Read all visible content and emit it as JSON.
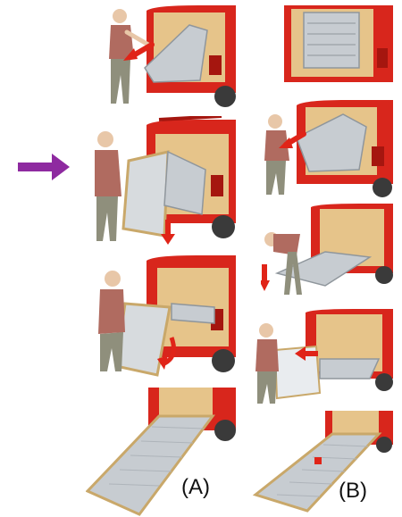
{
  "labels": {
    "a": "(A)",
    "b": "(B)"
  },
  "colors": {
    "van_red": "#d8261c",
    "van_dark_red": "#a5160f",
    "cargo_interior": "#e6c48a",
    "ramp_metal": "#c7ccd1",
    "ramp_frame": "#c9a86a",
    "arrow_red": "#e02418",
    "pointer_arrow_purple": "#8e2aa0",
    "shirt": "#b06b60",
    "trousers": "#8f8f7c",
    "skin": "#e8c7a8",
    "tire": "#3a3a3a"
  },
  "columns": [
    {
      "id": "A",
      "steps": 4
    },
    {
      "id": "B",
      "steps": 5
    }
  ]
}
